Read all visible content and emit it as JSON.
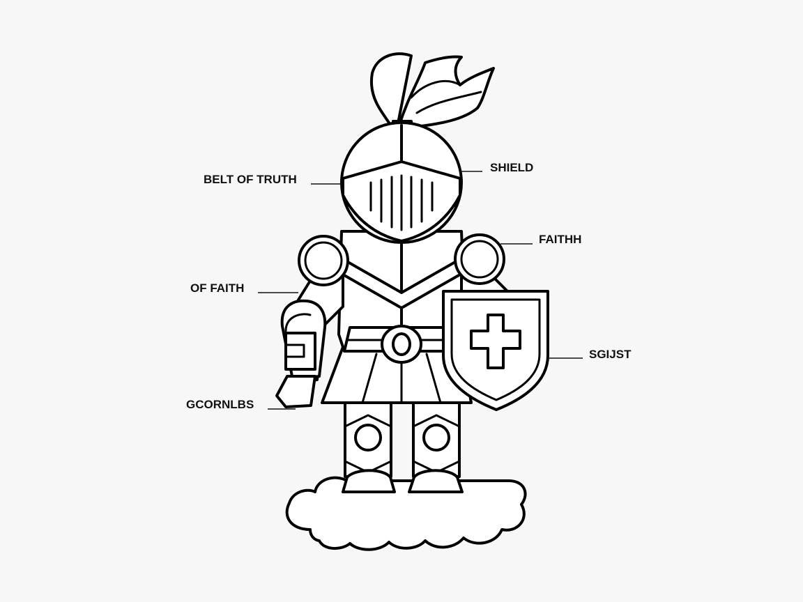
{
  "diagram": {
    "labels": [
      {
        "id": "belt",
        "text": "BELT OF TRUTH"
      },
      {
        "id": "shield",
        "text": "SHIELD"
      },
      {
        "id": "faith-right",
        "text": "FAITHH"
      },
      {
        "id": "faith-left",
        "text": "OF FAITH"
      },
      {
        "id": "gorn",
        "text": "GCORNLBS"
      },
      {
        "id": "sgist",
        "text": "SGIJST"
      }
    ]
  },
  "colors": {
    "background": "#f7f7f7",
    "line": "#000000",
    "fill": "#ffffff"
  }
}
